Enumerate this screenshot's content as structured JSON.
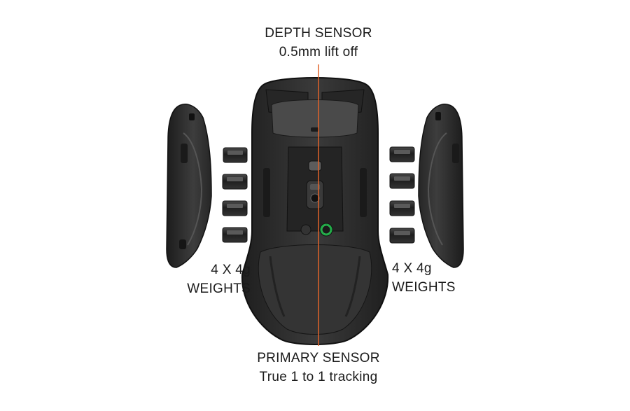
{
  "labels": {
    "depth_sensor_title": "DEPTH SENSOR",
    "depth_sensor_detail": "0.5mm lift off",
    "primary_sensor_title": "PRIMARY SENSOR",
    "primary_sensor_detail": "True 1 to 1 tracking",
    "left_weights_count": "4 X 4g",
    "left_weights_name": "WEIGHTS",
    "right_weights_count": "4 X 4g",
    "right_weights_name": "WEIGHTS"
  },
  "colors": {
    "background": "#ffffff",
    "mouse_body": "#2b2b2b",
    "sensor_line": "#e0632a",
    "led_green": "#2fd35c",
    "text": "#1a1a1a"
  },
  "icons": {
    "mouse": "gaming-mouse-underside-icon",
    "side_panel": "side-grip-panel-icon",
    "weight": "weight-block-icon"
  }
}
